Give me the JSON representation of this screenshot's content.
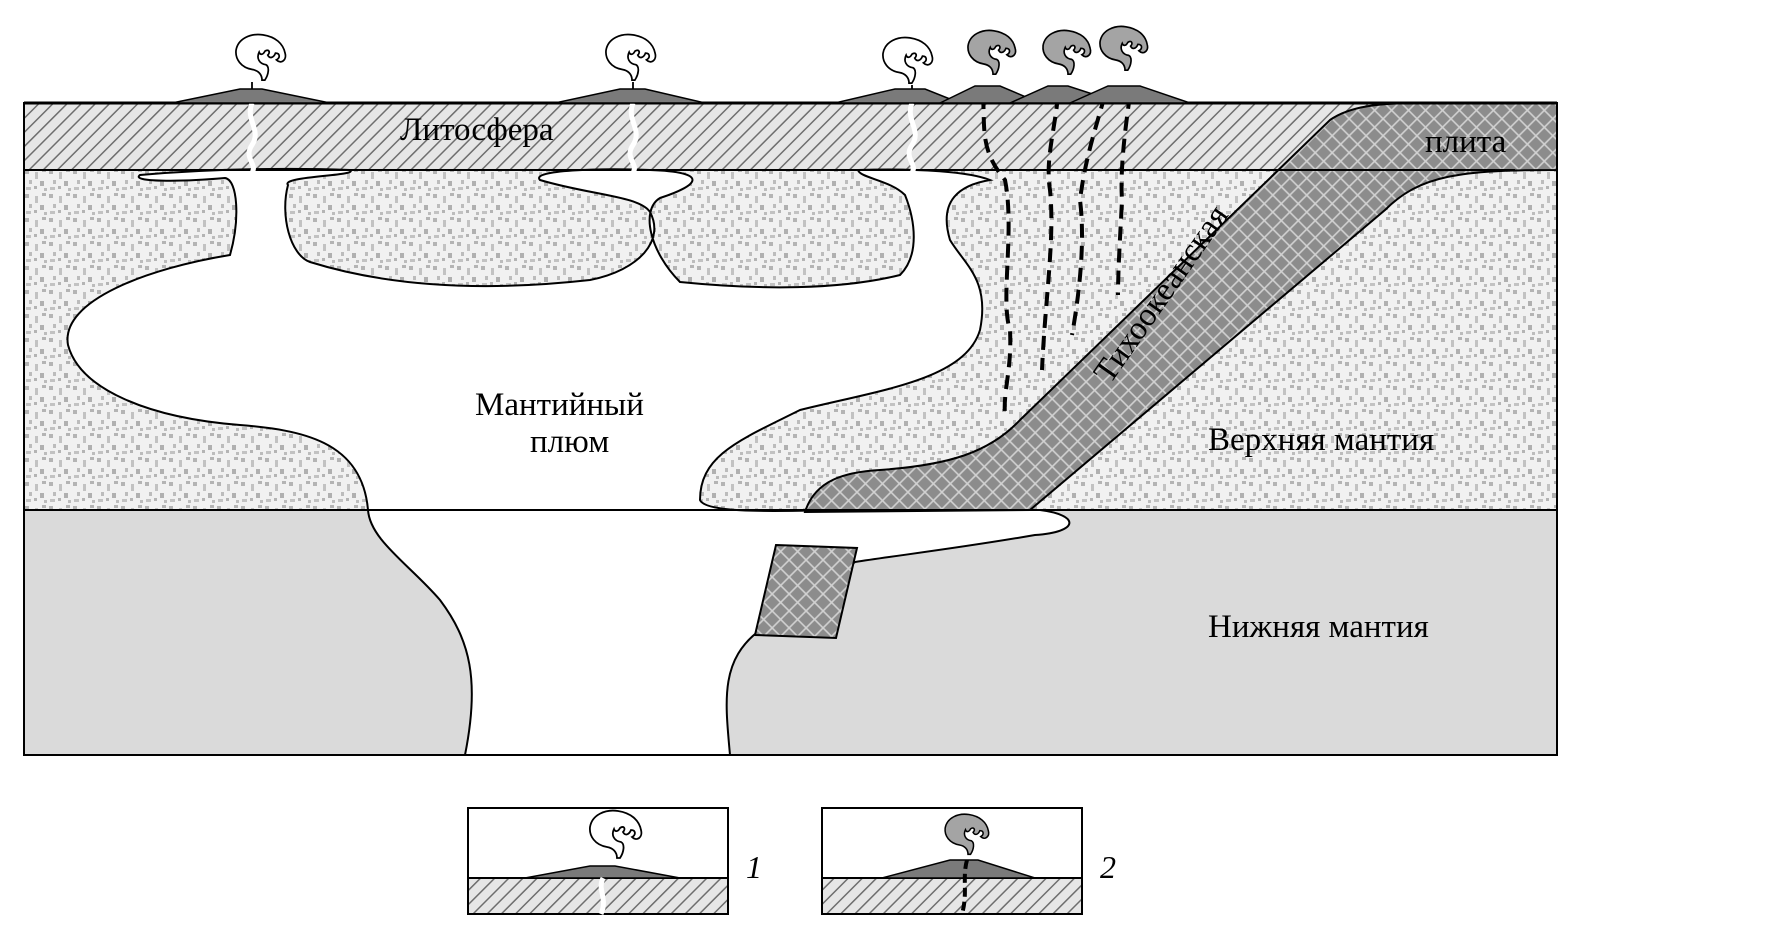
{
  "labels": {
    "lithosphere": "Литосфера",
    "plate_word": "плита",
    "pacific": "Тихоокеанская",
    "plume_line1": "Мантийный",
    "plume_line2": "плюм",
    "upper_mantle": "Верхняя мантия",
    "lower_mantle": "Нижняя мантия"
  },
  "legend": [
    {
      "number": "1"
    },
    {
      "number": "2"
    }
  ],
  "colors": {
    "outline": "#000000",
    "hatch_bg": "#e6e6e6",
    "hatch_line": "#6e6e6e",
    "upper_mantle_bg": "#f1f1f1",
    "upper_mantle_dots": "#b4b4b4",
    "lower_mantle": "#dadada",
    "plate": "#8c8c8c",
    "volcano": "#7a7a7a",
    "eruption_type2": "#a4a4a4",
    "plume": "#ffffff"
  },
  "icons": [
    "volcano-icon",
    "eruption-cloud-icon"
  ]
}
